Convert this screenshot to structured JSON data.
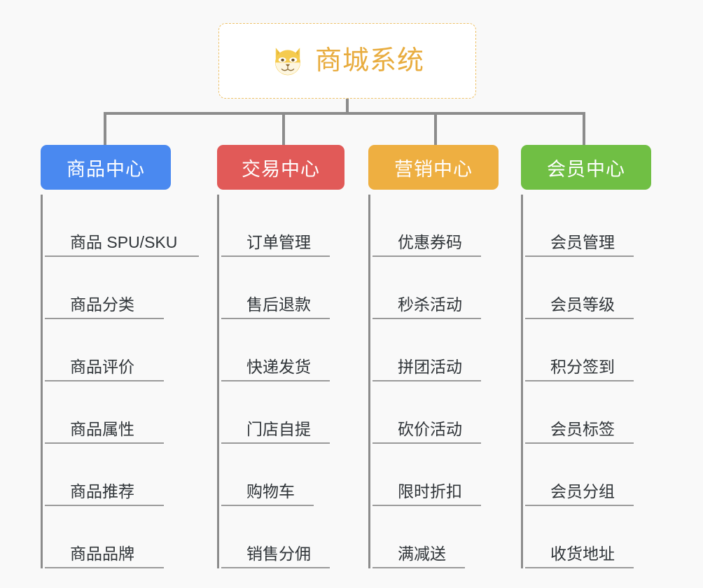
{
  "diagram": {
    "type": "mindmap",
    "background_color": "#f9f9f9",
    "connector_color": "#8c8c8c",
    "root": {
      "title": "商城系统",
      "icon": "shiba-dog-face-icon",
      "text_color": "#e8ac3e",
      "border_color": "#edc168",
      "background_color": "#ffffff"
    },
    "branches": [
      {
        "label": "商品中心",
        "color": "#4a89f0",
        "items": [
          "商品 SPU/SKU",
          "商品分类",
          "商品评价",
          "商品属性",
          "商品推荐",
          "商品品牌"
        ]
      },
      {
        "label": "交易中心",
        "color": "#e15a58",
        "items": [
          "订单管理",
          "售后退款",
          "快递发货",
          "门店自提",
          "购物车",
          "销售分佣"
        ]
      },
      {
        "label": "营销中心",
        "color": "#eeaf41",
        "items": [
          "优惠券码",
          "秒杀活动",
          "拼团活动",
          "砍价活动",
          "限时折扣",
          "满减送"
        ]
      },
      {
        "label": "会员中心",
        "color": "#70bf44",
        "items": [
          "会员管理",
          "会员等级",
          "积分签到",
          "会员标签",
          "会员分组",
          "收货地址"
        ]
      }
    ]
  }
}
